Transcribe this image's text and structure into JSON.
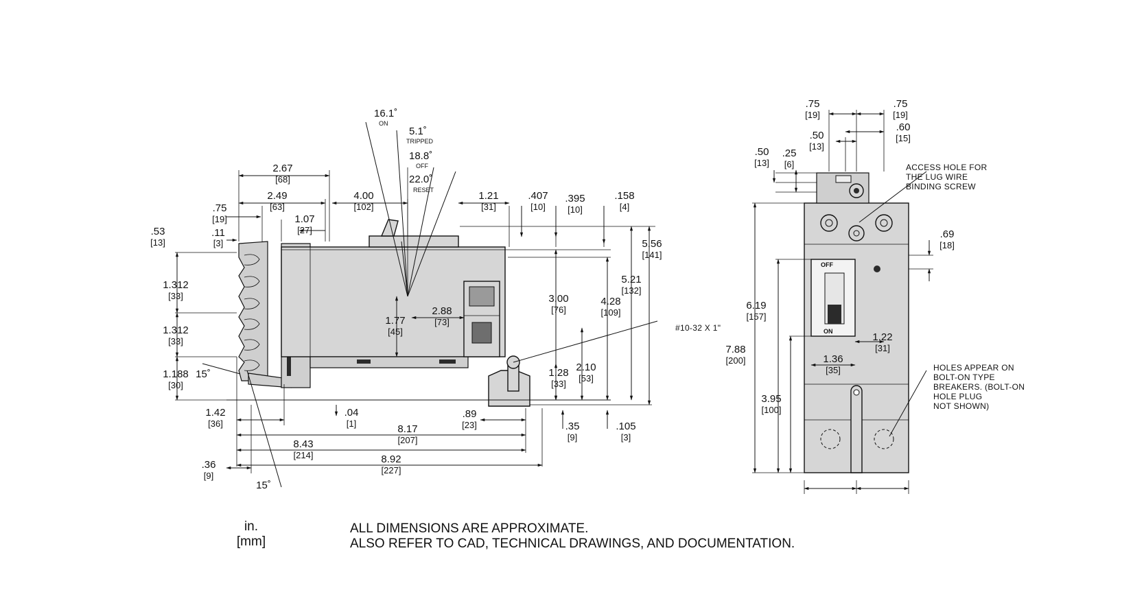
{
  "angles": {
    "on": {
      "value": "16.1˚",
      "label": "ON"
    },
    "tripped": {
      "value": "5.1˚",
      "label": "TRIPPED"
    },
    "off": {
      "value": "18.8˚",
      "label": "OFF"
    },
    "reset": {
      "value": "22.0˚",
      "label": "RESET"
    },
    "bottom_angle": "15˚",
    "left_angle": "15˚"
  },
  "side_view_dims": [
    {
      "in": "2.67",
      "mm": "[68]"
    },
    {
      "in": "2.49",
      "mm": "[63]"
    },
    {
      "in": ".75",
      "mm": "[19]"
    },
    {
      "in": "1.07",
      "mm": "[27]"
    },
    {
      "in": ".11",
      "mm": "[3]"
    },
    {
      "in": ".53",
      "mm": "[13]"
    },
    {
      "in": "4.00",
      "mm": "[102]"
    },
    {
      "in": "1.21",
      "mm": "[31]"
    },
    {
      "in": ".407",
      "mm": "[10]"
    },
    {
      "in": ".395",
      "mm": "[10]"
    },
    {
      "in": ".158",
      "mm": "[4]"
    },
    {
      "in": "5.56",
      "mm": "[141]"
    },
    {
      "in": "5.21",
      "mm": "[132]"
    },
    {
      "in": "4.28",
      "mm": "[109]"
    },
    {
      "in": "3.00",
      "mm": "[76]"
    },
    {
      "in": "2.88",
      "mm": "[73]"
    },
    {
      "in": "1.77",
      "mm": "[45]"
    },
    {
      "in": "1.312",
      "mm": "[33]"
    },
    {
      "in": "1.312",
      "mm": "[33]"
    },
    {
      "in": "1.188",
      "mm": "[30]"
    },
    {
      "in": "2.10",
      "mm": "[53]"
    },
    {
      "in": "1.28",
      "mm": "[33]"
    },
    {
      "in": "1.42",
      "mm": "[36]"
    },
    {
      "in": ".04",
      "mm": "[1]"
    },
    {
      "in": ".89",
      "mm": "[23]"
    },
    {
      "in": "8.17",
      "mm": "[207]"
    },
    {
      "in": "8.43",
      "mm": "[214]"
    },
    {
      "in": "8.92",
      "mm": "[227]"
    },
    {
      "in": ".36",
      "mm": "[9]"
    },
    {
      "in": ".35",
      "mm": "[9]"
    },
    {
      "in": ".105",
      "mm": "[3]"
    }
  ],
  "screw_label": "#10-32 X 1\"",
  "front_view_dims": [
    {
      "in": ".75",
      "mm": "[19]"
    },
    {
      "in": ".75",
      "mm": "[19]"
    },
    {
      "in": ".50",
      "mm": "[13]"
    },
    {
      "in": ".60",
      "mm": "[15]"
    },
    {
      "in": ".50",
      "mm": "[13]"
    },
    {
      "in": ".25",
      "mm": "[6]"
    },
    {
      "in": ".69",
      "mm": "[18]"
    },
    {
      "in": "7.88",
      "mm": "[200]"
    },
    {
      "in": "6.19",
      "mm": "[157]"
    },
    {
      "in": "3.95",
      "mm": "[100]"
    },
    {
      "in": "1.36",
      "mm": "[35]"
    },
    {
      "in": "1.22",
      "mm": "[31]"
    }
  ],
  "notes": {
    "access_hole": [
      "ACCESS HOLE FOR",
      "THE LUG WIRE",
      "BINDING SCREW"
    ],
    "holes_appear": [
      "HOLES APPEAR ON",
      "BOLT-ON TYPE",
      "BREAKERS. (BOLT-ON",
      "HOLE PLUG",
      "NOT SHOWN)"
    ]
  },
  "handle_labels": {
    "off": "OFF",
    "on": "ON"
  },
  "units": {
    "in": "in.",
    "mm": "[mm]"
  },
  "footer": {
    "line1": "ALL DIMENSIONS ARE APPROXIMATE.",
    "line2": "ALSO REFER TO CAD, TECHNICAL DRAWINGS, AND DOCUMENTATION."
  }
}
